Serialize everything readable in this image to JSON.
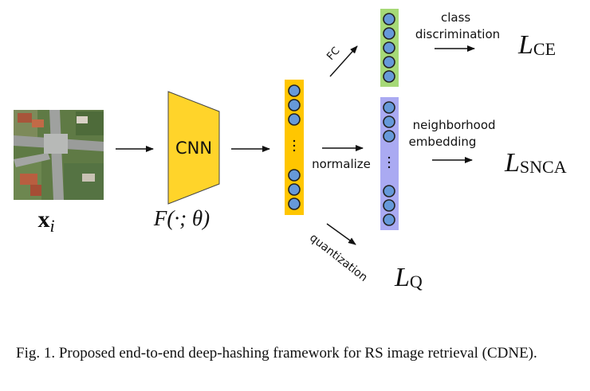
{
  "input": {
    "symbol": "x",
    "subscript": "i"
  },
  "cnn": {
    "label": "CNN",
    "function": "F(·; θ)"
  },
  "edges": {
    "fc": "FC",
    "normalize": "normalize",
    "quantization": "quantization",
    "class_line1": "class",
    "class_line2": "discrimination",
    "nb_line1": "neighborhood",
    "nb_line2": "embedding"
  },
  "losses": {
    "ce": {
      "symbol": "L",
      "subscript": "CE"
    },
    "snca": {
      "symbol": "L",
      "subscript": "SNCA"
    },
    "q": {
      "symbol": "L",
      "subscript": "Q"
    }
  },
  "colors": {
    "cnn_fill": "#FFD42A",
    "feature_bar": "#FFC600",
    "fc_bar": "#A6D977",
    "normalize_bar": "#AAAAF2",
    "node": "#6699D9"
  },
  "caption": {
    "label": "Fig. 1.",
    "text": "Proposed end-to-end deep-hashing framework for RS image retrieval (CDNE)."
  }
}
